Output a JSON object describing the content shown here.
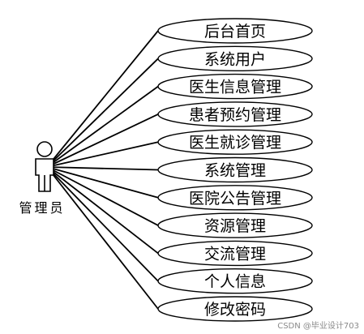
{
  "actor": {
    "label": "管理员"
  },
  "use_cases": [
    "后台首页",
    "系统用户",
    "医生信息管理",
    "患者预约管理",
    "医生就诊管理",
    "系统管理",
    "医院公告管理",
    "资源管理",
    "交流管理",
    "个人信息",
    "修改密码"
  ],
  "watermark": "CSDN @毕业设计703"
}
